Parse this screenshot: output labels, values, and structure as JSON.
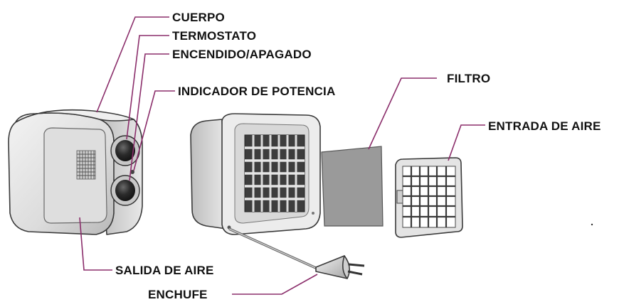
{
  "labels": {
    "body": "CUERPO",
    "thermostat": "TERMOSTATO",
    "power_switch": "ENCENDIDO/APAGADO",
    "power_indicator": "INDICADOR DE POTENCIA",
    "filter": "FILTRO",
    "air_inlet": "ENTRADA DE AIRE",
    "air_outlet": "SALIDA DE AIRE",
    "plug": "ENCHUFE"
  },
  "colors": {
    "leader_line": "#8B2E6B",
    "outline": "#3a3a3a",
    "body_light": "#e9e9e9",
    "body_mid": "#cfcfcf",
    "body_dark": "#a9a9a9",
    "filter_fill": "#9a9a9a",
    "knob": "#2b2b2b"
  },
  "icons": {
    "heater": "heater-body-illustration",
    "back_panel": "heater-back-panel-illustration",
    "filter": "filter-sheet-illustration",
    "grille": "air-inlet-grille-illustration",
    "plug": "power-plug-illustration"
  }
}
